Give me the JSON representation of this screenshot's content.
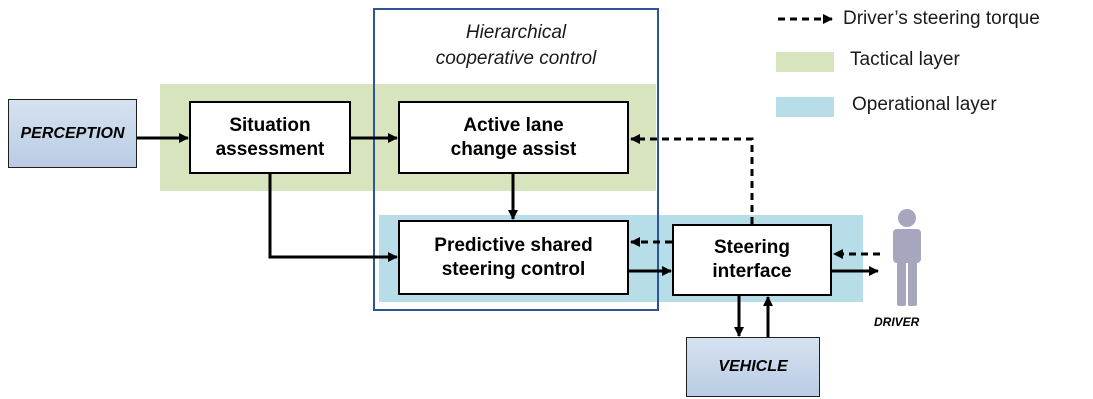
{
  "legend": {
    "torque_label": "Driver’s steering torque",
    "tactical_label": "Tactical layer",
    "operational_label": "Operational layer",
    "tactical_color": "#d7e4bd",
    "operational_color": "#b7dee8"
  },
  "hierarchical_title": "Hierarchical\ncooperative control",
  "blocks": {
    "perception": "PERCEPTION",
    "situation": "Situation\nassessment",
    "active_lane": "Active lane\nchange assist",
    "predictive": "Predictive shared\nsteering control",
    "steering_interface": "Steering\ninterface",
    "vehicle": "VEHICLE",
    "driver": "DRIVER"
  },
  "colors": {
    "frame": "#2e5597",
    "io_block": "#c6d6ea"
  },
  "icons": {
    "driver": "person-icon"
  }
}
